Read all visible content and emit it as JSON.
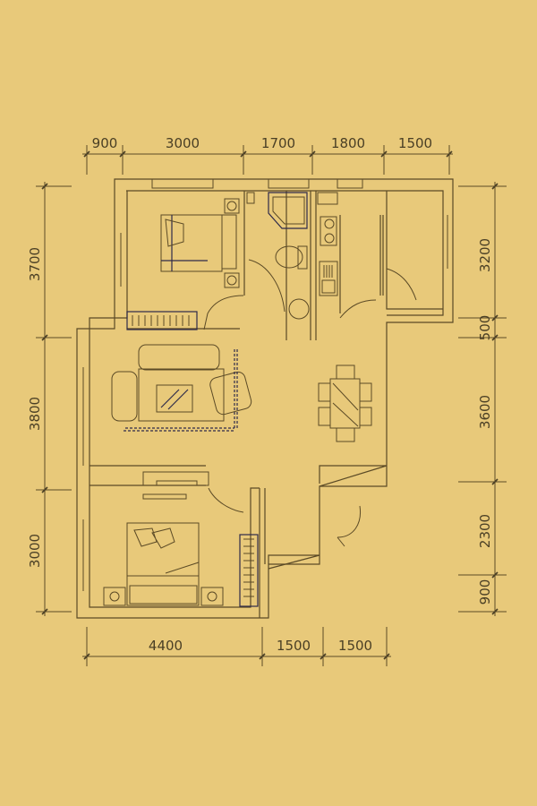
{
  "colors": {
    "background": "#E8C97A",
    "line": "#5b4a26",
    "furniture_dark": "#2e2a4a"
  },
  "dimensions": {
    "top": [
      "900",
      "3000",
      "1700",
      "1800",
      "1500"
    ],
    "bottom": [
      "4400",
      "1500",
      "1500"
    ],
    "left": [
      "3700",
      "3800",
      "3000"
    ],
    "right": [
      "3200",
      "500",
      "3600",
      "2300",
      "900"
    ]
  }
}
